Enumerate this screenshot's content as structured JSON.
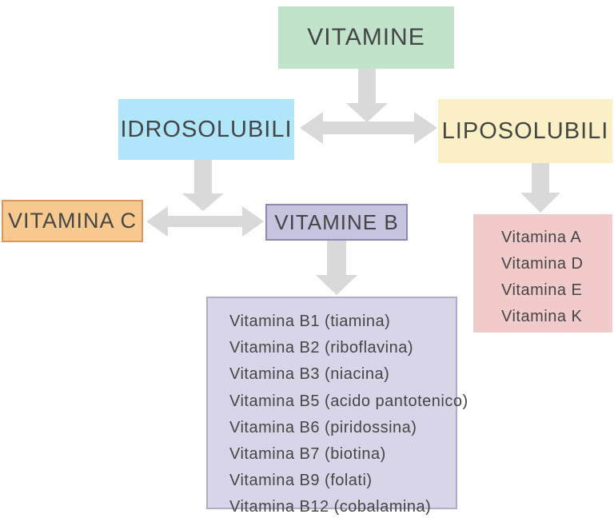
{
  "diagram": {
    "background_color": "#ffffff",
    "text_color": "#454545",
    "arrow_color": "#d9d9d9",
    "nodes": {
      "vitamine": {
        "label": "VITAMINE",
        "fill": "#c1e3c9"
      },
      "idrosolubili": {
        "label": "IDROSOLUBILI",
        "fill": "#b0e6f9"
      },
      "liposolubili": {
        "label": "LIPOSOLUBILI",
        "fill": "#fbf0c5"
      },
      "vitamina_c": {
        "label": "VITAMINA C",
        "fill": "#f8c98e",
        "border": "#e0955b"
      },
      "vitamine_b": {
        "label": "VITAMINE B",
        "fill": "#c5c3dd",
        "border": "#8d88b5"
      },
      "fat_soluble_list": {
        "fill": "#f1caca",
        "items": [
          "Vitamina A",
          "Vitamina D",
          "Vitamina E",
          "Vitamina K"
        ]
      },
      "b_vitamins_list": {
        "fill": "#d8d5e9",
        "border": "#b2accf",
        "items": [
          "Vitamina B1 (tiamina)",
          "Vitamina B2 (riboflavina)",
          "Vitamina B3 (niacina)",
          "Vitamina B5 (acido pantotenico)",
          "Vitamina B6 (piridossina)",
          "Vitamina B7 (biotina)",
          "Vitamina B9 (folati)",
          "Vitamina B12 (cobalamina)"
        ]
      }
    },
    "edges": [
      {
        "from": "vitamine",
        "to": "idrosolubili-liposolubili-row",
        "direction": "down"
      },
      {
        "from": "idrosolubili",
        "to": "liposolubili",
        "direction": "both"
      },
      {
        "from": "idrosolubili",
        "to": "vitamina-c-vitamine-b-row",
        "direction": "down"
      },
      {
        "from": "vitamina_c",
        "to": "vitamine_b",
        "direction": "both"
      },
      {
        "from": "liposolubili",
        "to": "fat_soluble_list",
        "direction": "down"
      },
      {
        "from": "vitamine_b",
        "to": "b_vitamins_list",
        "direction": "down"
      }
    ]
  }
}
